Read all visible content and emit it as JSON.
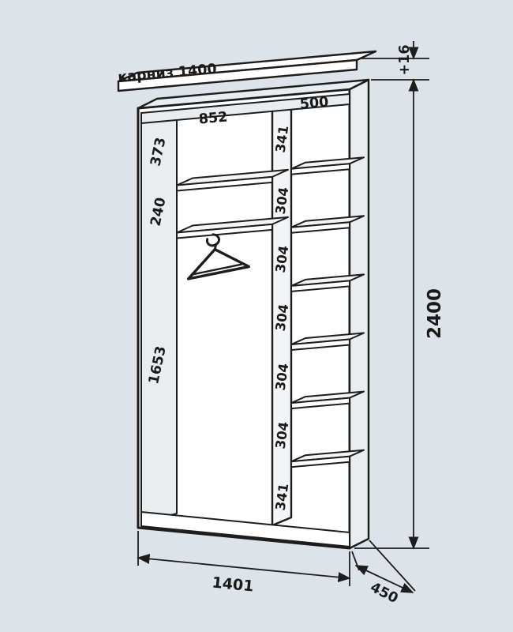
{
  "title": "Wardrobe interior dimensions drawing",
  "colors": {
    "background": "#dde3e9",
    "outline": "#1d1d1d",
    "panel_fill": "#e9edf0",
    "surface_fill": "#ffffff",
    "text": "#1a1a1a"
  },
  "labels": {
    "cornice": "карниз 1400",
    "left_width": "852",
    "right_width": "500",
    "height": "2400",
    "extra": "+16",
    "width": "1401",
    "depth": "450"
  },
  "left_gaps": [
    "373",
    "240",
    "1653"
  ],
  "right_gaps": [
    "341",
    "304",
    "304",
    "304",
    "304",
    "304",
    "341"
  ]
}
